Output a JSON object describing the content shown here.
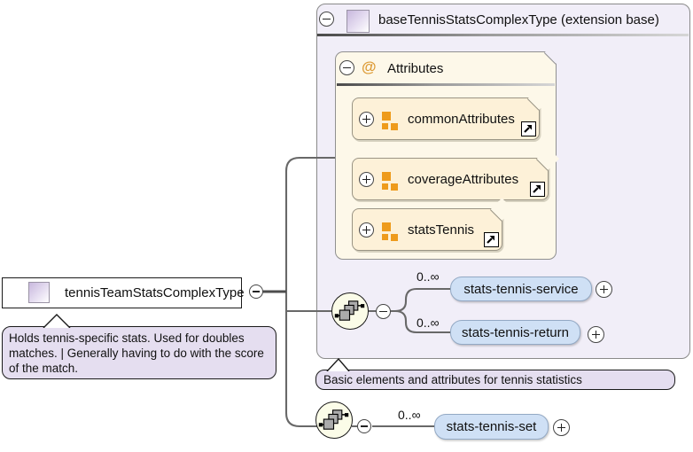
{
  "base_type": {
    "title": "baseTennisStatsComplexType (extension base)",
    "attributes": {
      "header": "Attributes",
      "at_symbol": "@",
      "items": [
        {
          "name": "commonAttributes"
        },
        {
          "name": "coverageAttributes"
        },
        {
          "name": "statsTennis"
        }
      ]
    },
    "sequence_elements": [
      {
        "occurs": "0..∞",
        "name": "stats-tennis-service"
      },
      {
        "occurs": "0..∞",
        "name": "stats-tennis-return"
      }
    ],
    "annotation": "Basic elements and attributes for tennis statistics"
  },
  "derived_type": {
    "title": "tennisTeamStatsComplexType",
    "annotation": "Holds tennis-specific stats. Used for doubles matches. | Generally having to do with the score of the match.",
    "sequence_elements": [
      {
        "occurs": "0..∞",
        "name": "stats-tennis-set"
      }
    ]
  },
  "colors": {
    "base_box_fill": "#f1eef8",
    "attributes_group_fill": "#fdf8e9",
    "attribute_fill": "#fdf1d8",
    "element_fill": "#cfe0f5",
    "annotation_fill": "#e5def0",
    "sequence_circle_fill": "#fbfce8",
    "icon_orange": "#ee9b1c",
    "icon_purple": "#c8b8dd",
    "connector": "#686868"
  }
}
